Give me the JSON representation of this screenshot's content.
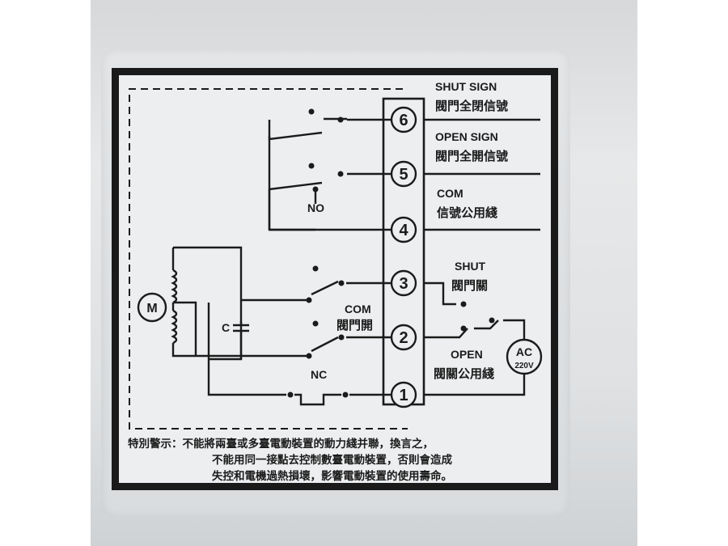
{
  "labels": {
    "shut_sign_en": "SHUT SIGN",
    "shut_sign_zh": "閥門全閉信號",
    "open_sign_en": "OPEN SIGN",
    "open_sign_zh": "閥門全開信號",
    "com_en": "COM",
    "com_zh": "信號公用綫",
    "shut_en": "SHUT",
    "shut_zh": "閥門關",
    "open_en": "OPEN",
    "open_zh": "閥關公用綫",
    "ac": "AC",
    "ac_voltage": "220V",
    "no": "NO",
    "nc": "NC",
    "motor": "M",
    "capacitor": "C",
    "com_left_en": "COM",
    "com_left_zh": "閥門開"
  },
  "terminals": [
    "6",
    "5",
    "4",
    "3",
    "2",
    "1"
  ],
  "warning": {
    "line1": "特別警示：不能將兩臺或多臺電動裝置的動力綫并聯，換言之，",
    "line2": "不能用同一接點去控制數臺電動裝置，否則會造成",
    "line3": "失控和電機過熱損壞，影響電動裝置的使用壽命。"
  }
}
